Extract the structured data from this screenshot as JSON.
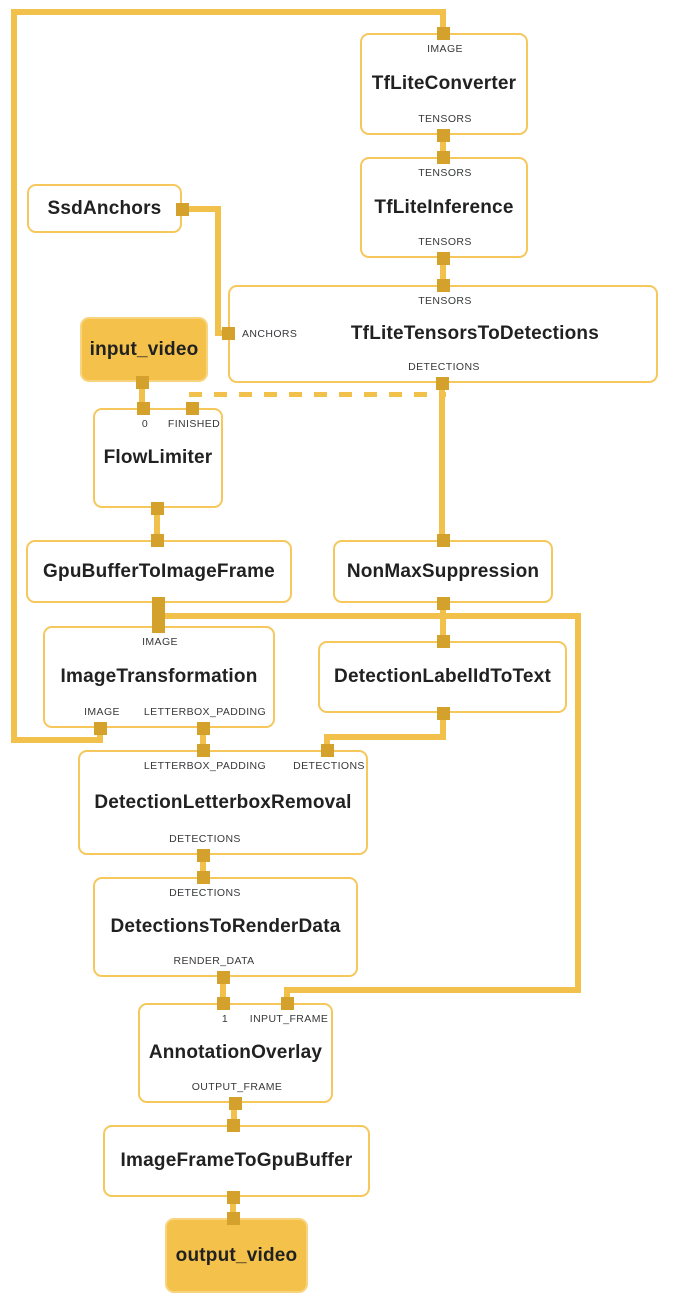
{
  "graph": {
    "nodes": [
      {
        "id": "tflite_converter",
        "title": "TfLiteConverter",
        "kind": "calculator",
        "top_ports": [
          {
            "label": "IMAGE"
          }
        ],
        "bottom_ports": [
          {
            "label": "TENSORS"
          }
        ]
      },
      {
        "id": "tflite_inference",
        "title": "TfLiteInference",
        "kind": "calculator",
        "top_ports": [
          {
            "label": "TENSORS"
          }
        ],
        "bottom_ports": [
          {
            "label": "TENSORS"
          }
        ]
      },
      {
        "id": "ssd_anchors",
        "title": "SsdAnchors",
        "kind": "calculator",
        "top_ports": [],
        "bottom_ports": [],
        "right_ports": [
          {
            "label": ""
          }
        ]
      },
      {
        "id": "tflite_tensors_to_detections",
        "title": "TfLiteTensorsToDetections",
        "kind": "calculator",
        "top_ports": [
          {
            "label": "TENSORS"
          }
        ],
        "left_ports": [
          {
            "label": "ANCHORS"
          }
        ],
        "bottom_ports": [
          {
            "label": "DETECTIONS"
          }
        ]
      },
      {
        "id": "input_video",
        "title": "input_video",
        "kind": "stream",
        "top_ports": [],
        "bottom_ports": [
          {
            "label": ""
          }
        ]
      },
      {
        "id": "flow_limiter",
        "title": "FlowLimiter",
        "kind": "calculator",
        "top_ports": [
          {
            "label": "0"
          },
          {
            "label": "FINISHED"
          }
        ],
        "bottom_ports": [
          {
            "label": ""
          }
        ]
      },
      {
        "id": "gpu_buffer_to_image_frame",
        "title": "GpuBufferToImageFrame",
        "kind": "calculator",
        "top_ports": [
          {
            "label": ""
          }
        ],
        "bottom_ports": [
          {
            "label": ""
          }
        ]
      },
      {
        "id": "non_max_suppression",
        "title": "NonMaxSuppression",
        "kind": "calculator",
        "top_ports": [
          {
            "label": ""
          }
        ],
        "bottom_ports": [
          {
            "label": ""
          }
        ]
      },
      {
        "id": "image_transformation",
        "title": "ImageTransformation",
        "kind": "calculator",
        "top_ports": [
          {
            "label": "IMAGE"
          }
        ],
        "bottom_ports": [
          {
            "label": "IMAGE"
          },
          {
            "label": "LETTERBOX_PADDING"
          }
        ]
      },
      {
        "id": "detection_label_id_to_text",
        "title": "DetectionLabelIdToText",
        "kind": "calculator",
        "top_ports": [
          {
            "label": ""
          }
        ],
        "bottom_ports": [
          {
            "label": ""
          }
        ]
      },
      {
        "id": "detection_letterbox_removal",
        "title": "DetectionLetterboxRemoval",
        "kind": "calculator",
        "top_ports": [
          {
            "label": "LETTERBOX_PADDING"
          },
          {
            "label": "DETECTIONS"
          }
        ],
        "bottom_ports": [
          {
            "label": "DETECTIONS"
          }
        ]
      },
      {
        "id": "detections_to_render_data",
        "title": "DetectionsToRenderData",
        "kind": "calculator",
        "top_ports": [
          {
            "label": "DETECTIONS"
          }
        ],
        "bottom_ports": [
          {
            "label": "RENDER_DATA"
          }
        ]
      },
      {
        "id": "annotation_overlay",
        "title": "AnnotationOverlay",
        "kind": "calculator",
        "top_ports": [
          {
            "label": "1"
          },
          {
            "label": "INPUT_FRAME"
          }
        ],
        "bottom_ports": [
          {
            "label": "OUTPUT_FRAME"
          }
        ]
      },
      {
        "id": "image_frame_to_gpu_buffer",
        "title": "ImageFrameToGpuBuffer",
        "kind": "calculator",
        "top_ports": [
          {
            "label": ""
          }
        ],
        "bottom_ports": [
          {
            "label": ""
          }
        ]
      },
      {
        "id": "output_video",
        "title": "output_video",
        "kind": "stream",
        "top_ports": [
          {
            "label": ""
          }
        ],
        "bottom_ports": []
      }
    ],
    "edges": [
      {
        "id": "image_transformation_image_to_tflite_converter",
        "style": "solid"
      },
      {
        "id": "tflite_converter_tensors_to_tflite_inference",
        "style": "solid"
      },
      {
        "id": "tflite_inference_tensors_to_tensors_to_detections",
        "style": "solid"
      },
      {
        "id": "ssd_anchors_to_anchors",
        "style": "solid"
      },
      {
        "id": "detections_to_non_max_suppression",
        "style": "solid"
      },
      {
        "id": "detections_to_flow_limiter_finished",
        "style": "dashed"
      },
      {
        "id": "input_video_to_flow_limiter_0",
        "style": "solid"
      },
      {
        "id": "flow_limiter_to_gpu_buffer_to_image_frame",
        "style": "solid"
      },
      {
        "id": "gpu_buffer_to_image_transformation",
        "style": "solid"
      },
      {
        "id": "gpu_buffer_to_annotation_overlay_input_frame",
        "style": "solid"
      },
      {
        "id": "non_max_suppression_to_detection_label_id_to_text",
        "style": "solid"
      },
      {
        "id": "detection_label_id_to_text_to_letterbox_removal_detections",
        "style": "solid"
      },
      {
        "id": "image_transformation_letterbox_padding_to_letterbox_removal",
        "style": "solid"
      },
      {
        "id": "letterbox_removal_detections_to_render_data",
        "style": "solid"
      },
      {
        "id": "render_data_to_annotation_overlay_1",
        "style": "solid"
      },
      {
        "id": "annotation_overlay_output_frame_to_image_frame_to_gpu_buffer",
        "style": "solid"
      },
      {
        "id": "image_frame_to_gpu_buffer_to_output_video",
        "style": "solid"
      }
    ],
    "colors": {
      "edge": "#F2C14C",
      "port": "#D4A12D",
      "node_border": "#F6C85C",
      "stream_fill": "#F4C24B",
      "stream_border": "#F8D47F",
      "title_text": "#212121",
      "port_label_text": "#37383a",
      "background": "#ffffff"
    }
  }
}
